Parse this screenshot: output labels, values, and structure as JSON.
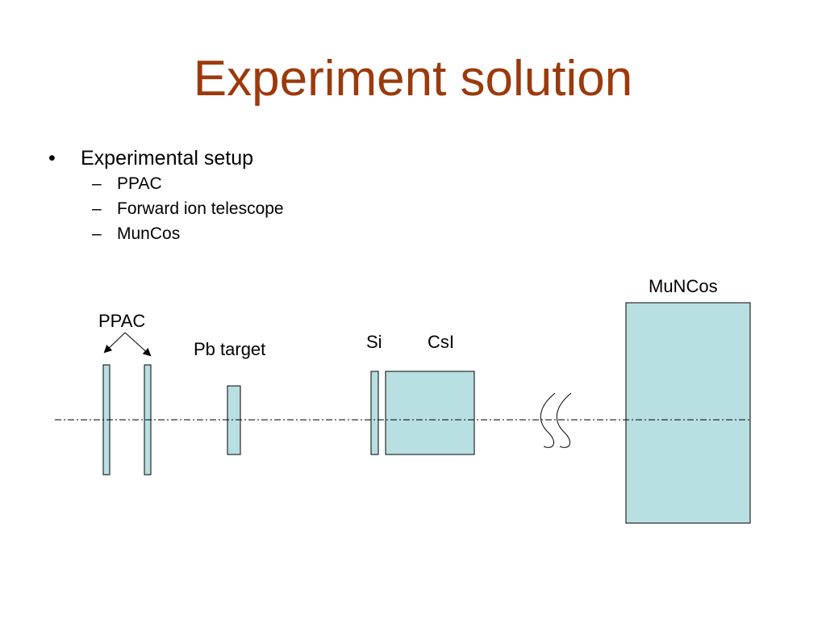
{
  "title": "Experiment solution",
  "bullets": {
    "level1": {
      "marker": "•",
      "text": "Experimental setup"
    },
    "level2": [
      {
        "marker": "–",
        "text": "PPAC"
      },
      {
        "marker": "–",
        "text": "Forward ion telescope"
      },
      {
        "marker": "–",
        "text": "MunCos"
      }
    ]
  },
  "diagram": {
    "labels": {
      "ppac": "PPAC",
      "pb_target": "Pb target",
      "si": "Si",
      "csi": "CsI",
      "muncos": "MuNCos"
    },
    "colors": {
      "detector_fill": "#b8dfe2",
      "detector_stroke": "#000000",
      "title": "#9b3a0c"
    }
  }
}
